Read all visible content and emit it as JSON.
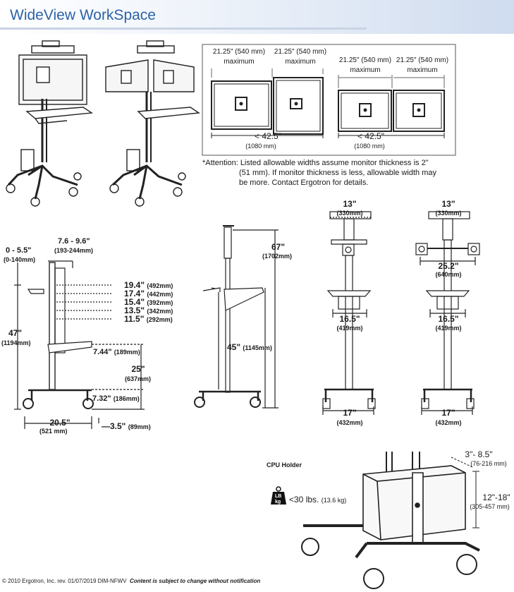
{
  "header": {
    "title": "WideView WorkSpace"
  },
  "width_panel": {
    "left_pair": {
      "max_left": "21.25\" (540 mm)",
      "max_right": "21.25\" (540 mm)",
      "maximum_word": "maximum",
      "total_in": "< 42.5\"",
      "total_mm": "(1080 mm)"
    },
    "right_pair": {
      "max_left": "21.25\" (540 mm)",
      "max_right": "21.25\" (540 mm)",
      "maximum_word": "maximum",
      "total_in": "< 42.5\"",
      "total_mm": "(1080 mm)"
    }
  },
  "attention": {
    "line1": "*Attention: Listed allowable widths assume monitor thickness is 2\"",
    "line2": "(51 mm). If monitor thickness is less, allowable width may",
    "line3": "be more. Contact Ergotron for details."
  },
  "side_view": {
    "reach_in": "0 - 5.5\"",
    "reach_mm": "(0-140mm)",
    "offset_in": "7.6 - 9.6\"",
    "offset_mm": "(193-244mm)",
    "heights": [
      {
        "in": "19.4\"",
        "mm": "(492mm)"
      },
      {
        "in": "17.4\"",
        "mm": "(442mm)"
      },
      {
        "in": "15.4\"",
        "mm": "(392mm)"
      },
      {
        "in": "13.5\"",
        "mm": "(342mm)"
      },
      {
        "in": "11.5\"",
        "mm": "(292mm)"
      }
    ],
    "total_height_in": "47\"",
    "total_height_mm": "(1194mm)",
    "shelf_in": "7.44\"",
    "shelf_mm": "(189mm)",
    "work_in": "25\"",
    "work_mm": "(637mm)",
    "base_in": "7.32\"",
    "base_mm": "(186mm)",
    "depth_in": "20.5\"",
    "depth_mm": "(521 mm)",
    "rear_in": "3.5\"",
    "rear_mm": "(89mm)"
  },
  "profile_view": {
    "height_in": "67\"",
    "height_mm": "(1702mm)",
    "work_in": "45\"",
    "work_mm": "(1145mm)"
  },
  "front_single": {
    "top_in": "13\"",
    "top_mm": "(330mm)",
    "mid_in": "16.5\"",
    "mid_mm": "(419mm)",
    "base_in": "17\"",
    "base_mm": "(432mm)"
  },
  "front_dual": {
    "top_in": "13\"",
    "top_mm": "(330mm)",
    "span_in": "25.2\"",
    "span_mm": "(640mm)",
    "mid_in": "16.5\"",
    "mid_mm": "(419mm)",
    "base_in": "17\"",
    "base_mm": "(432mm)"
  },
  "cpu_holder": {
    "label": "CPU Holder",
    "weight_icon_text": [
      "LB",
      "kg"
    ],
    "weight": "<30 lbs.",
    "weight_kg": "(13.6 kg)",
    "width_in": "3\"- 8.5\"",
    "width_mm": "(76-216 mm)",
    "height_in": "12\"-18\"",
    "height_mm": "(305-457 mm)"
  },
  "footer": {
    "text": "© 2010 Ergotron, Inc.   rev. 01/07/2019   DIM-NFWV",
    "notice": "Content is subject to change without notification"
  }
}
